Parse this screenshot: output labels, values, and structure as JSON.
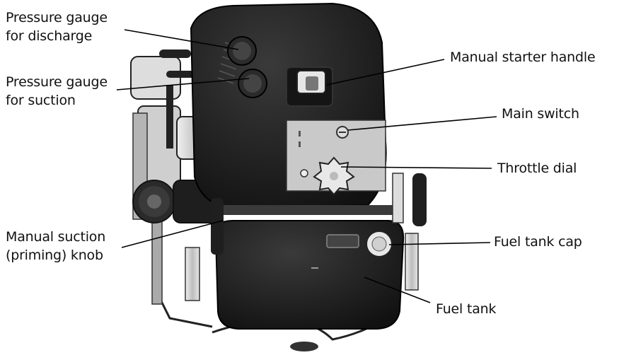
{
  "callouts": {
    "gauge_discharge": {
      "line1": "Pressure gauge",
      "line2": "for discharge"
    },
    "gauge_suction": {
      "line1": "Pressure gauge",
      "line2": "for suction"
    },
    "manual_suction_knob": {
      "line1": "Manual suction",
      "line2": "(priming) knob"
    },
    "starter_handle": {
      "text": "Manual starter handle"
    },
    "main_switch": {
      "text": "Main switch"
    },
    "throttle_dial": {
      "text": "Throttle dial"
    },
    "fuel_tank_cap": {
      "text": "Fuel tank cap"
    },
    "fuel_tank": {
      "text": "Fuel tank"
    }
  },
  "colors": {
    "body": "#1d1d1d",
    "metal": "#d9d9d9",
    "panel": "#c8c8c8",
    "leader": "#000000"
  }
}
